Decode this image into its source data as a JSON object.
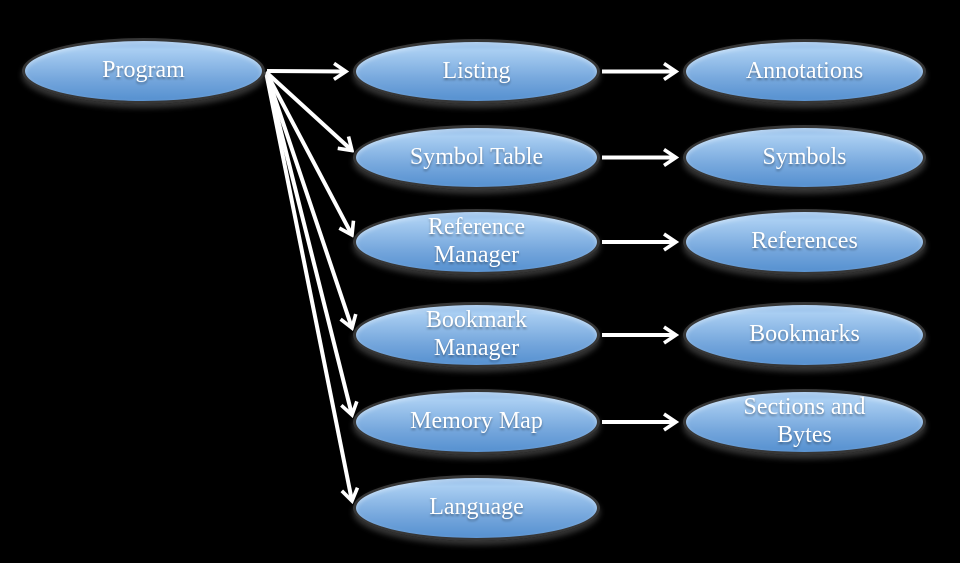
{
  "diagram": {
    "background": "#000000",
    "node_fill_highlight": "#A9CEF2",
    "node_fill_top": "#8FB9E6",
    "node_fill_mid": "#77A8DD",
    "node_fill_bottom": "#5590D0",
    "node_border": "#363636",
    "text_color": "#FFFFFF",
    "arrow_color": "#FFFFFF"
  },
  "nodes": [
    {
      "id": "program",
      "label": "Program"
    },
    {
      "id": "listing",
      "label": "Listing"
    },
    {
      "id": "annotations",
      "label": "Annotations"
    },
    {
      "id": "symbol-table",
      "label": "Symbol Table"
    },
    {
      "id": "symbols",
      "label": "Symbols"
    },
    {
      "id": "reference-manager",
      "label": "Reference\nManager"
    },
    {
      "id": "references",
      "label": "References"
    },
    {
      "id": "bookmark-manager",
      "label": "Bookmark\nManager"
    },
    {
      "id": "bookmarks",
      "label": "Bookmarks"
    },
    {
      "id": "memory-map",
      "label": "Memory Map"
    },
    {
      "id": "sections-bytes",
      "label": "Sections and\nBytes"
    },
    {
      "id": "language",
      "label": "Language"
    }
  ],
  "edges": [
    {
      "from": "program",
      "to": "listing"
    },
    {
      "from": "program",
      "to": "symbol-table"
    },
    {
      "from": "program",
      "to": "reference-manager"
    },
    {
      "from": "program",
      "to": "bookmark-manager"
    },
    {
      "from": "program",
      "to": "memory-map"
    },
    {
      "from": "program",
      "to": "language"
    },
    {
      "from": "listing",
      "to": "annotations"
    },
    {
      "from": "symbol-table",
      "to": "symbols"
    },
    {
      "from": "reference-manager",
      "to": "references"
    },
    {
      "from": "bookmark-manager",
      "to": "bookmarks"
    },
    {
      "from": "memory-map",
      "to": "sections-bytes"
    }
  ]
}
